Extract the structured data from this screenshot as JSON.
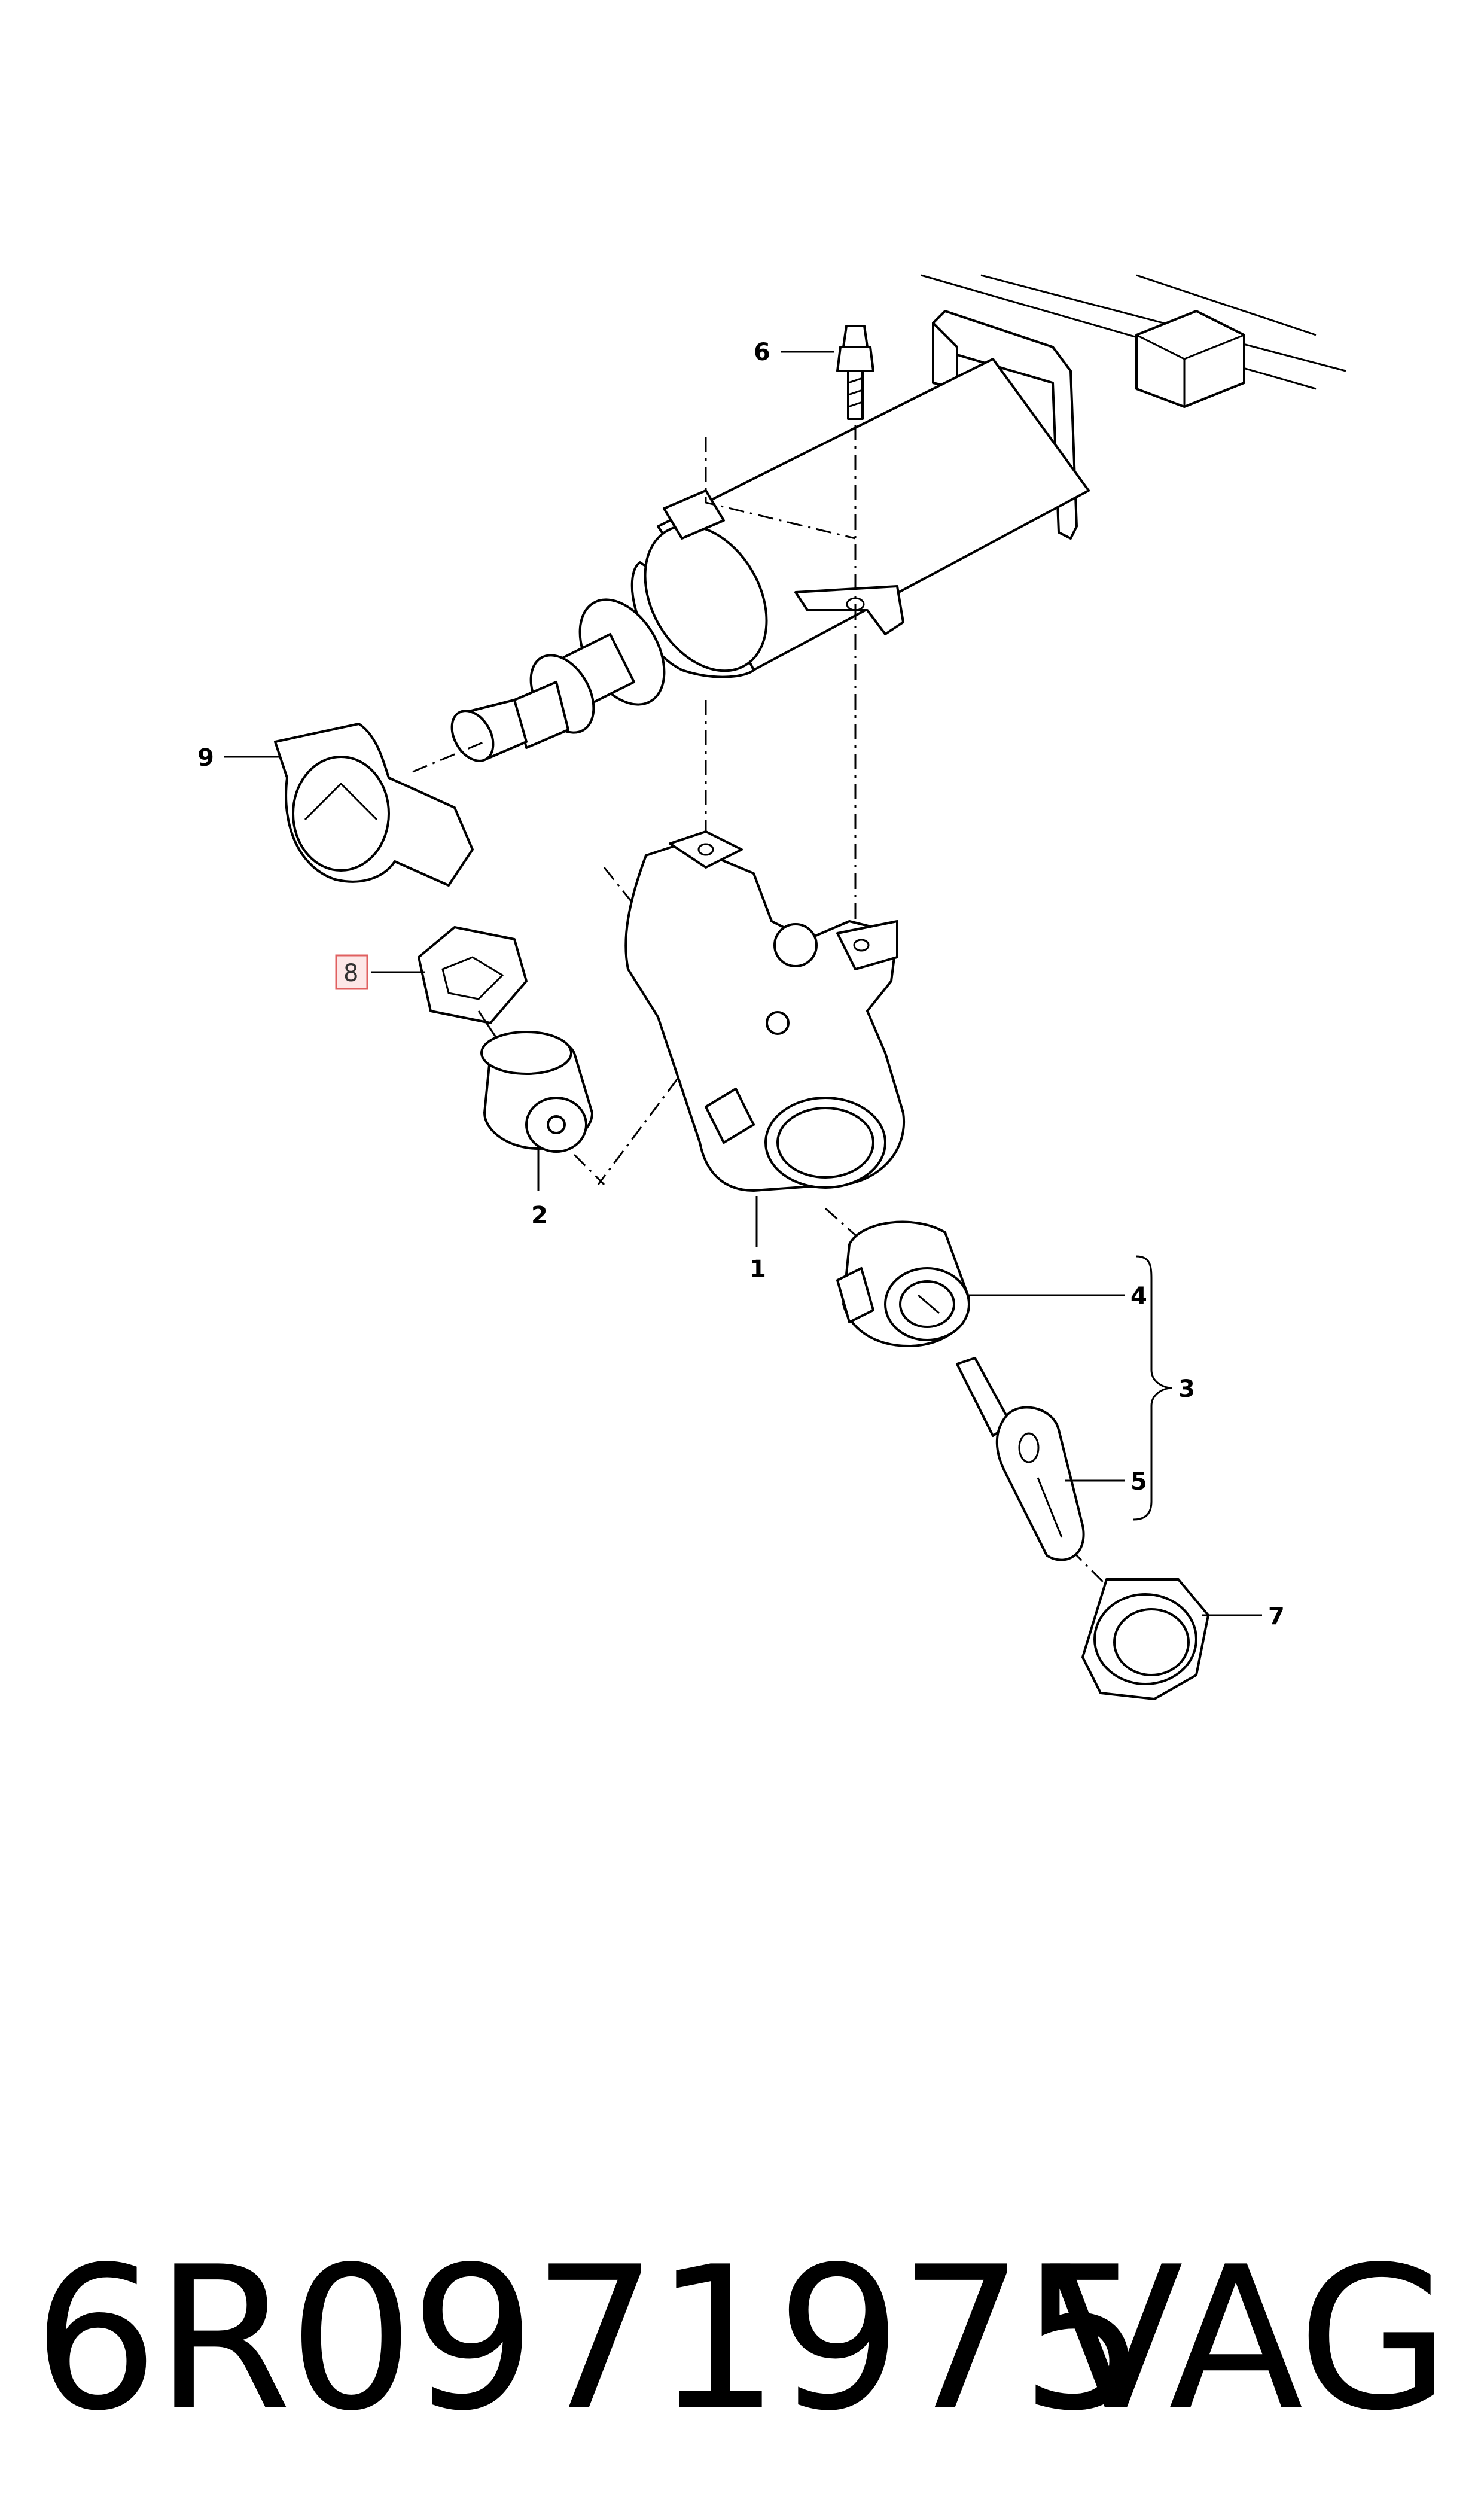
{
  "callouts": {
    "c1": "1",
    "c2": "2",
    "c3": "3",
    "c4": "4",
    "c5": "5",
    "c6": "6",
    "c7": "7",
    "c8": "8",
    "c9": "9"
  },
  "highlight_color": "#e06060",
  "footer": {
    "part_number": "6R0971975",
    "brand": "VAG"
  }
}
